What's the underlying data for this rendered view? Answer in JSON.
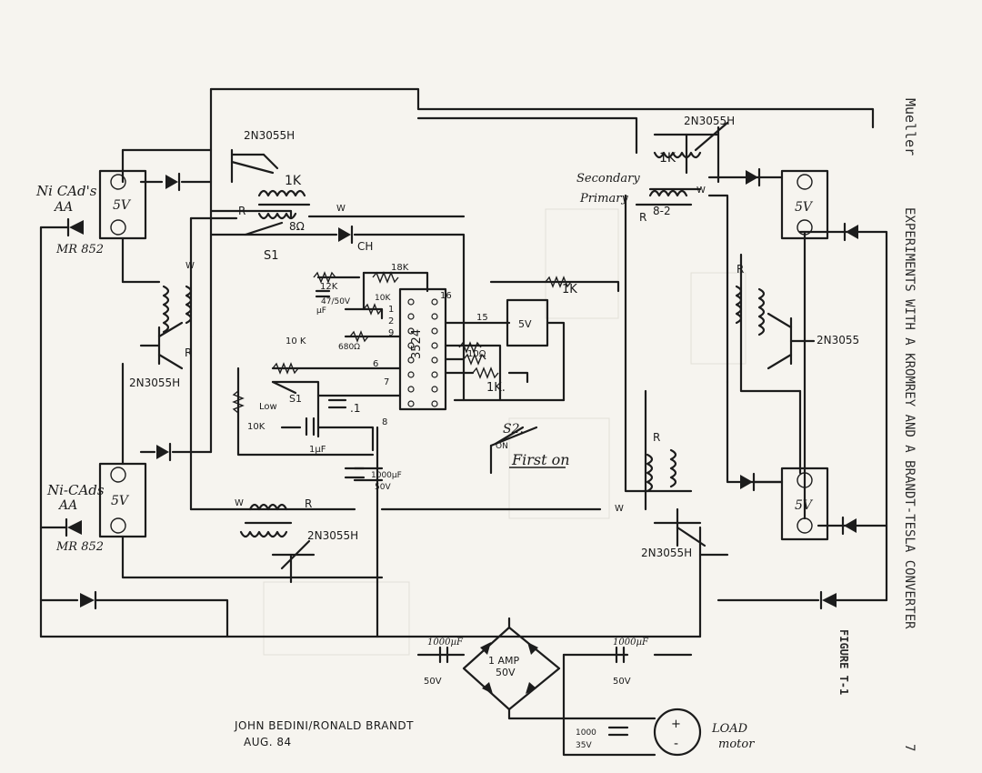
{
  "side_header": {
    "author": "Mueller",
    "title": "EXPERIMENTS WITH A KROMREY AND A BRANDT-TESLA CONVERTER",
    "page_number": "7"
  },
  "figure_label": "FIGURE T-1",
  "credits": {
    "authors": "JOHN BEDINI/RONALD BRANDT",
    "date": "AUG. 84"
  },
  "labels": {
    "nicads_top": "Ni CAd's",
    "aa_top": "AA",
    "mr852_top": "MR 852",
    "nicads_bottom": "Ni-CAds",
    "aa_bottom": "AA",
    "mr852_bottom": "MR 852",
    "v5_tl": "5V",
    "v5_bl": "5V",
    "v5_tr": "5V",
    "v5_br": "5V",
    "t_top_left": "2N3055H",
    "t_top_right": "2N3055H",
    "t_mid_left": "2N3055H",
    "t_mid_right": "2N3055",
    "t_bottom_left": "2N3055H",
    "t_bottom_right": "2N3055H",
    "k1_top_left": "1K",
    "k1_top_right": "1K",
    "k1_mid": "1K",
    "k1_lower": "1K.",
    "r8_left": "8Ω",
    "r8_right": "8-2",
    "r_a": "R",
    "r_b": "R",
    "r_c": "R",
    "r_d": "R",
    "r_e": "R",
    "r_f": "R",
    "w_a": "W",
    "w_b": "W",
    "w_c": "W",
    "w_d": "W",
    "w_e": "W",
    "s1_top": "S1",
    "s1_mid": "S1",
    "s2": "S2.",
    "ch": "CH",
    "low": "Low",
    "on": "ON",
    "secondary": "Secondary",
    "primary": "Primary",
    "r12k": "12K",
    "cap47": "47/50V",
    "uf": "µF",
    "r18k": "18K",
    "r10k_a": "10K",
    "r680": "680Ω",
    "r10k_pot": "10 K",
    "r10k_b": "10K",
    "cap1": ".1",
    "cap1uf": "1µF",
    "r10_2": "10Ω",
    "chip": "3524",
    "pin1": "1",
    "pin2": "2",
    "pin6": "6",
    "pin7": "7",
    "pin8": "8",
    "pin9": "9",
    "pin15": "15",
    "pin16": "16",
    "v5_reg": "5V",
    "cap1000_mid": "1000µF",
    "v50_mid": "50V",
    "first_on": "First on",
    "bridge": "1 AMP",
    "bridge_v": "50V",
    "cap_left": "1000µF",
    "cap_left_v": "50V",
    "cap_right": "1000µF",
    "cap_right_v": "50V",
    "cap_load": "1000",
    "cap_load_v": "35V",
    "load": "LOAD",
    "motor": "motor",
    "plus": "+",
    "minus": "-"
  },
  "colors": {
    "paper": "#f6f4ef",
    "ink": "#1c1c1c"
  }
}
